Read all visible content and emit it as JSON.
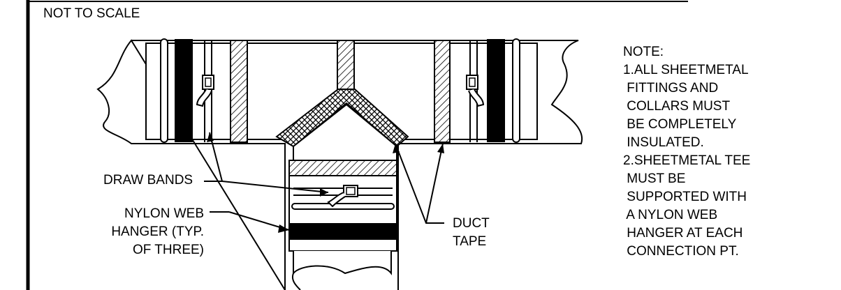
{
  "scale_note": "NOT TO SCALE",
  "callouts": {
    "draw_bands": "DRAW BANDS",
    "nylon_hanger": [
      "NYLON WEB",
      "HANGER (TYP.",
      "OF THREE)"
    ],
    "duct_tape": [
      "DUCT",
      "TAPE"
    ]
  },
  "notes": {
    "heading": "NOTE:",
    "lines": [
      "1.ALL SHEETMETAL",
      " FITTINGS AND",
      " COLLARS MUST",
      " BE COMPLETELY",
      " INSULATED.",
      "2.SHEETMETAL TEE",
      " MUST BE",
      " SUPPORTED WITH",
      " A NYLON WEB",
      " HANGER AT EACH",
      " CONNECTION PT."
    ]
  }
}
